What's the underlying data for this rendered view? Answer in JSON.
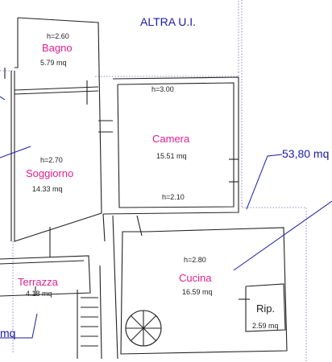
{
  "header": {
    "other_unit": "ALTRA U.I."
  },
  "dimensions": {
    "total_right": "53,80 mq",
    "total_left_fragment": "mq"
  },
  "rooms": {
    "bagno": {
      "name": "Bagno",
      "area": "5.79 mq",
      "height": "h=2.60"
    },
    "camera": {
      "name": "Camera",
      "area": "15.51 mq",
      "height_top": "h=3.00",
      "height_bottom": "h=2.10"
    },
    "soggiorno": {
      "name": "Soggiorno",
      "area": "14.33 mq",
      "height": "h=2.70"
    },
    "terrazza": {
      "name": "Terrazza",
      "area": "4.18 mq"
    },
    "cucina": {
      "name": "Cucina",
      "area": "16.59 mq",
      "height": "h=2.80"
    },
    "ripostiglio": {
      "name": "Rip.",
      "area": "2.59 mq"
    }
  },
  "colors": {
    "room_label": "#e0208f",
    "annotation": "#1a1aa8",
    "walls": "#222222",
    "boundary": "#6a6ac8"
  }
}
